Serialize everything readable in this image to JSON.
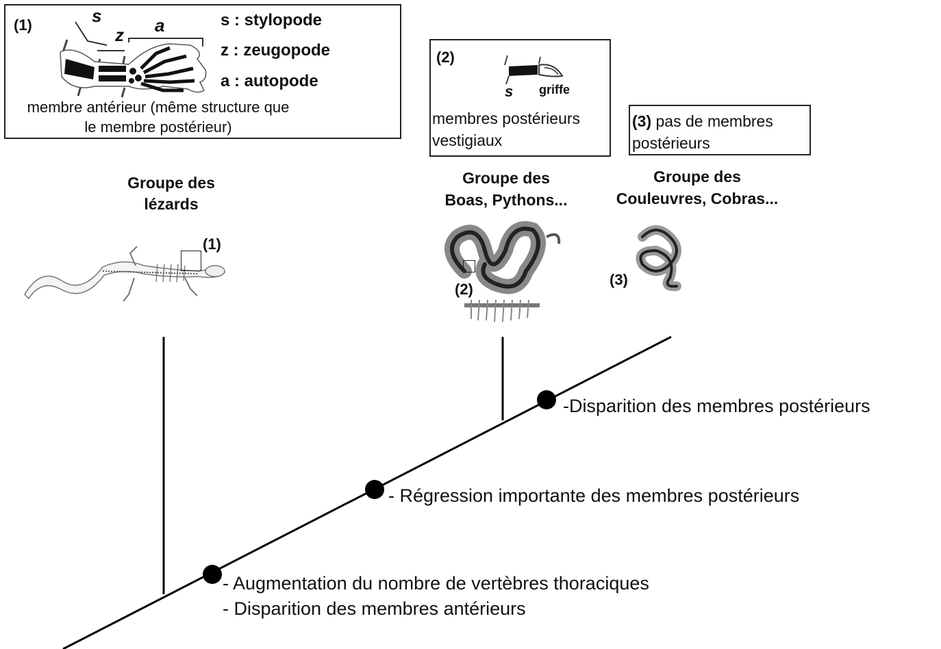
{
  "box1": {
    "number": "(1)",
    "label_s": "s",
    "label_z": "z",
    "label_a": "a",
    "legend_s": "s : stylopode",
    "legend_z": "z : zeugopode",
    "legend_a": "a : autopode",
    "caption_line1": "membre antérieur (même structure que",
    "caption_line2": "le membre postérieur)"
  },
  "box2": {
    "number": "(2)",
    "label_s": "s",
    "label_griffe": "griffe",
    "caption_line1": "membres postérieurs",
    "caption_line2": "vestigiaux"
  },
  "box3": {
    "number": "(3)",
    "text_line1": "pas de membres",
    "text_line2": "postérieurs"
  },
  "groups": {
    "lizards_line1": "Groupe des",
    "lizards_line2": "lézards",
    "boas_line1": "Groupe des",
    "boas_line2": "Boas, Pythons...",
    "colubrids_line1": "Groupe des",
    "colubrids_line2": "Couleuvres, Cobras..."
  },
  "markers": {
    "lizard": "(1)",
    "boa": "(2)",
    "colubrid": "(3)"
  },
  "characters": {
    "c1_line1": "- Augmentation du nombre de vertèbres thoraciques",
    "c1_line2": "- Disparition des membres antérieurs",
    "c2": "- Régression importante des membres postérieurs",
    "c3": "-Disparition des membres postérieurs"
  }
}
